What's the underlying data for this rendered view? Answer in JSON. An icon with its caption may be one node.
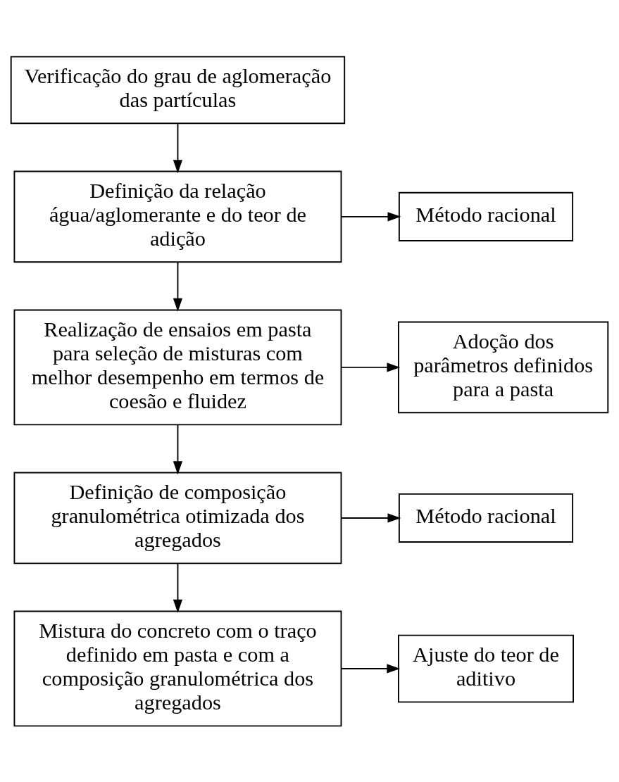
{
  "diagram": {
    "nodes": [
      {
        "text": [
          "Verificação do grau de aglomeração das partículas"
        ]
      },
      {
        "text": [
          "Definição da relação água/aglomerante e do teor de adição"
        ]
      },
      {
        "text": [
          "Método racional"
        ]
      },
      {
        "text": [
          "Realização de ensaios em pasta para seleção de misturas com melhor desempenho em termos de coesão e fluidez"
        ]
      },
      {
        "text": [
          "Adoção dos parâmetros definidos para a pasta"
        ]
      },
      {
        "text": [
          "Definição de composição granulométrica otimizada dos agregados"
        ]
      },
      {
        "text": [
          "Método racional"
        ]
      },
      {
        "text": [
          "Mistura do concreto com o traço definido em pasta e com a composição granulométrica dos agregados"
        ]
      },
      {
        "text": [
          "Ajuste do teor de aditivo"
        ]
      }
    ],
    "edges": [
      {
        "from": 0,
        "to": 1,
        "arrow": "to"
      },
      {
        "from": 1,
        "to": 2,
        "arrow": "to"
      },
      {
        "from": 1,
        "to": 3,
        "arrow": "to"
      },
      {
        "from": 3,
        "to": 4,
        "arrow": "to"
      },
      {
        "from": 3,
        "to": 5,
        "arrow": "to"
      },
      {
        "from": 5,
        "to": 6,
        "arrow": "to"
      },
      {
        "from": 5,
        "to": 7,
        "arrow": "to"
      },
      {
        "from": 7,
        "to": 8,
        "arrow": "to"
      }
    ]
  }
}
